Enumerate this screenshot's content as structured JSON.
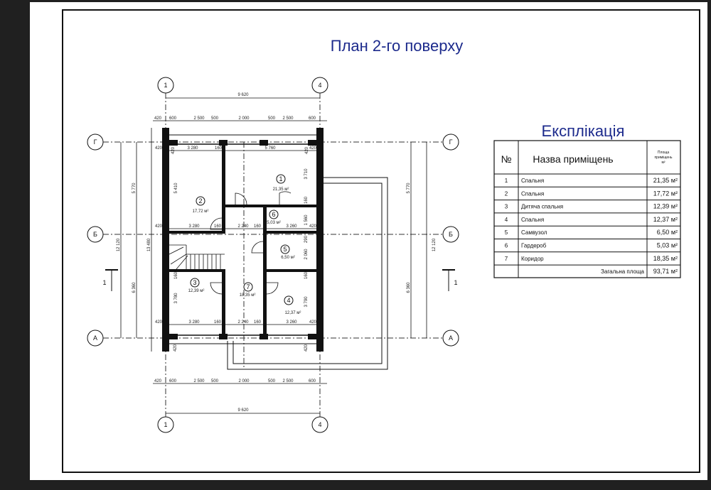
{
  "title": "План 2-го поверху",
  "axes": {
    "col_1": "1",
    "col_4": "4",
    "row_g": "Г",
    "row_b": "Б",
    "row_a": "А",
    "section": "1"
  },
  "dimensions": {
    "overall_width": "9 620",
    "top_row": [
      "420",
      "600",
      "2 500",
      "500",
      "2 000",
      "500",
      "2 500",
      "600"
    ],
    "upper_inner": [
      "420",
      "3 280",
      "160",
      "5 760",
      "420"
    ],
    "middle_inner": [
      "420",
      "3 280",
      "160",
      "2 240",
      "160",
      "3 260",
      "420"
    ],
    "lower_inner": [
      "420",
      "3 280",
      "160",
      "2 240",
      "160",
      "3 260",
      "420"
    ],
    "left": [
      "5 770",
      "6 360",
      "12 120",
      "13 480",
      "5 410",
      "3 780",
      "160"
    ],
    "right": [
      "5 770",
      "6 360",
      "12 120"
    ],
    "inner_right": [
      "3 710",
      "160",
      "1 560",
      "290",
      "2 060",
      "160",
      "3 790"
    ],
    "wall_side": [
      "420",
      "420",
      "420",
      "420"
    ]
  },
  "rooms": [
    {
      "num": "1",
      "area": "21,35 м²"
    },
    {
      "num": "2",
      "area": "17,72 м²"
    },
    {
      "num": "3",
      "area": "12,39 м²"
    },
    {
      "num": "4",
      "area": "12,37 м²"
    },
    {
      "num": "5",
      "area": "6,50 м²"
    },
    {
      "num": "6",
      "area": "5,03 м²"
    },
    {
      "num": "7",
      "area": "18,35 м²"
    }
  ],
  "explication": {
    "title": "Експлікація",
    "headers": {
      "num": "№",
      "name": "Назва приміщень",
      "area_l1": "Площа",
      "area_l2": "приміщень",
      "area_l3": "м²"
    },
    "rows": [
      {
        "num": "1",
        "name": "Спальня",
        "area": "21,35 м²"
      },
      {
        "num": "2",
        "name": "Спальня",
        "area": "17,72 м²"
      },
      {
        "num": "3",
        "name": "Дитяча спальня",
        "area": "12,39 м²"
      },
      {
        "num": "4",
        "name": "Спальня",
        "area": "12,37 м²"
      },
      {
        "num": "5",
        "name": "Самвузол",
        "area": "6,50 м²"
      },
      {
        "num": "6",
        "name": "Гардероб",
        "area": "5,03 м²"
      },
      {
        "num": "7",
        "name": "Коридор",
        "area": "18,35 м²"
      }
    ],
    "total_label": "Загальна площа",
    "total_area": "93,71 м²"
  },
  "colors": {
    "title": "#1c2a8c",
    "background": "#202020",
    "sheet": "#ffffff"
  }
}
